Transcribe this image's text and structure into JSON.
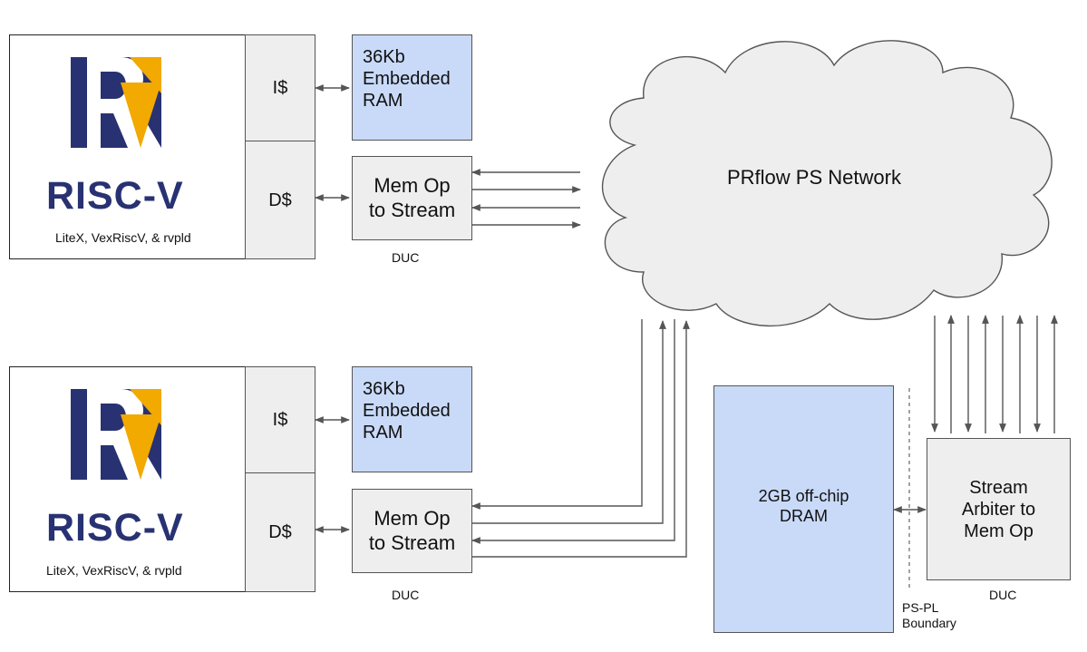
{
  "cpu_top": {
    "logo_wordmark": "RISC-V",
    "caption": "LiteX, VexRiscV, & rvpld",
    "icache_label": "I$",
    "dcache_label": "D$",
    "ram_label": "36Kb\nEmbedded\nRAM",
    "duc_box_label": "Mem Op\nto Stream",
    "duc_caption": "DUC"
  },
  "cpu_bottom": {
    "logo_wordmark": "RISC-V",
    "caption": "LiteX, VexRiscV, & rvpld",
    "icache_label": "I$",
    "dcache_label": "D$",
    "ram_label": "36Kb\nEmbedded\nRAM",
    "duc_box_label": "Mem Op\nto Stream",
    "duc_caption": "DUC"
  },
  "network": {
    "label": "PRflow PS Network"
  },
  "dram": {
    "label": "2GB off-chip\nDRAM"
  },
  "arbiter": {
    "label": "Stream\nArbiter to\nMem Op",
    "caption": "DUC"
  },
  "boundary": {
    "label": "PS-PL\nBoundary"
  },
  "colors": {
    "logo_blue": "#283272",
    "logo_gold": "#f2a900",
    "ram_fill": "#c9daf8",
    "block_fill": "#eeeeee",
    "cloud_fill": "#eeeeee"
  }
}
